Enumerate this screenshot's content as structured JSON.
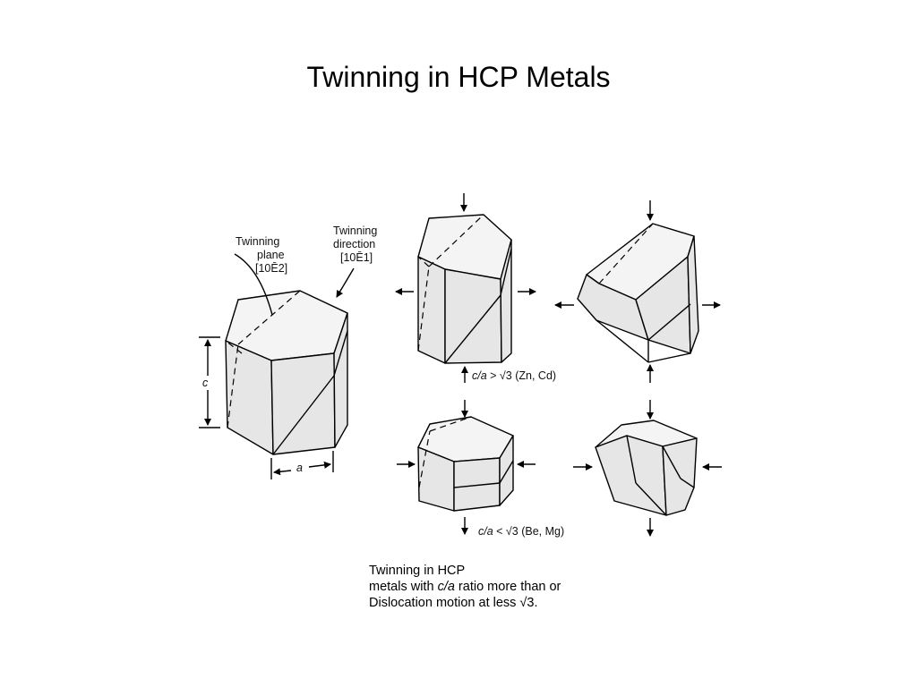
{
  "title": "Twinning in HCP Metals",
  "figure": {
    "twinning_plane_label": [
      "Twinning",
      "plane",
      "[10Ē2]"
    ],
    "twinning_direction_label": [
      "Twinning",
      "direction",
      "[10Ē1]"
    ],
    "c_label": "c",
    "a_label": "a",
    "upper_condition": {
      "ratio": "c/a",
      "rest": " > √3 (Zn, Cd)"
    },
    "lower_condition": {
      "ratio": "c/a",
      "rest": " < √3 (Be, Mg)"
    }
  },
  "caption": {
    "line1": "Twinning in HCP",
    "line2_pre": "metals with ",
    "line2_em": "c/a",
    "line2_post": " ratio more than or",
    "line3": "Dislocation motion at less √3."
  }
}
